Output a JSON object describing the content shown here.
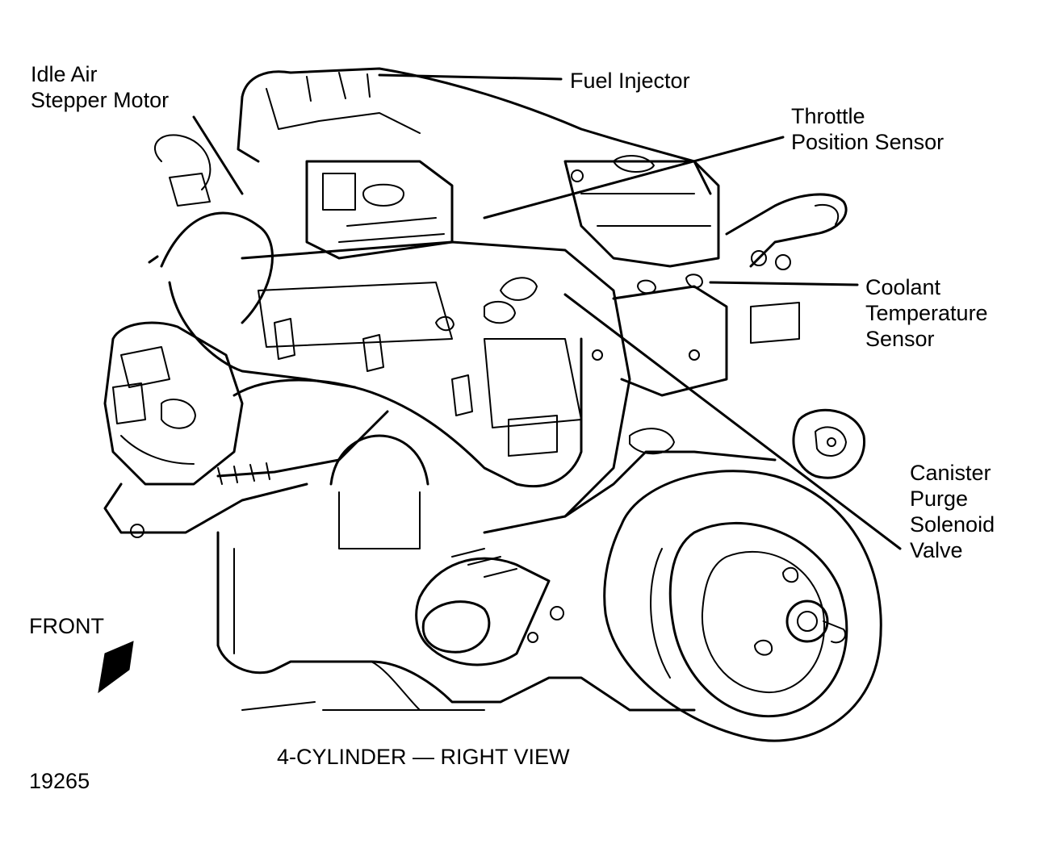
{
  "figure": {
    "caption": "4-CYLINDER — RIGHT VIEW",
    "figure_number": "19265",
    "orientation_label": "FRONT"
  },
  "callouts": [
    {
      "id": "idle-air",
      "lines": [
        "Idle Air",
        "Stepper Motor"
      ]
    },
    {
      "id": "fuel-injector",
      "lines": [
        "Fuel Injector"
      ]
    },
    {
      "id": "throttle",
      "lines": [
        "Throttle",
        "Position Sensor"
      ]
    },
    {
      "id": "coolant",
      "lines": [
        "Coolant",
        "Temperature",
        "Sensor"
      ]
    },
    {
      "id": "canister",
      "lines": [
        "Canister",
        "Purge",
        "Solenoid",
        "Valve"
      ]
    }
  ]
}
